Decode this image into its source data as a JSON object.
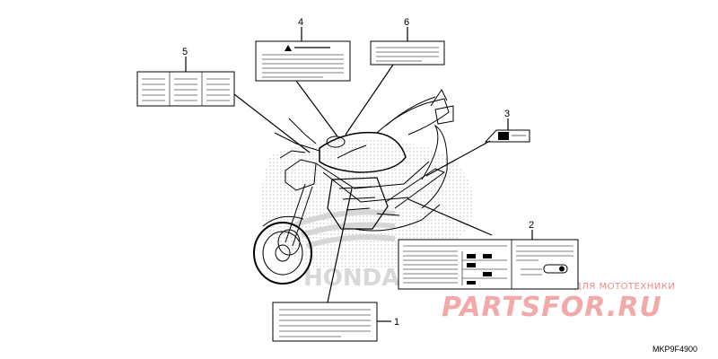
{
  "callouts": [
    "1",
    "2",
    "3",
    "4",
    "5",
    "6"
  ],
  "brand_mark": "HONDA",
  "watermark": {
    "caption": "ЗАПЧАСТИ И АКСЕССУАРЫ ДЛЯ МОТОТЕХНИКИ",
    "site": "PARTSFOR.RU"
  },
  "diagram_code": "MKP9F4900",
  "colors": {
    "line": "#000000",
    "watermark": "#f2a9a9",
    "stipple": "#bdbdbd"
  }
}
